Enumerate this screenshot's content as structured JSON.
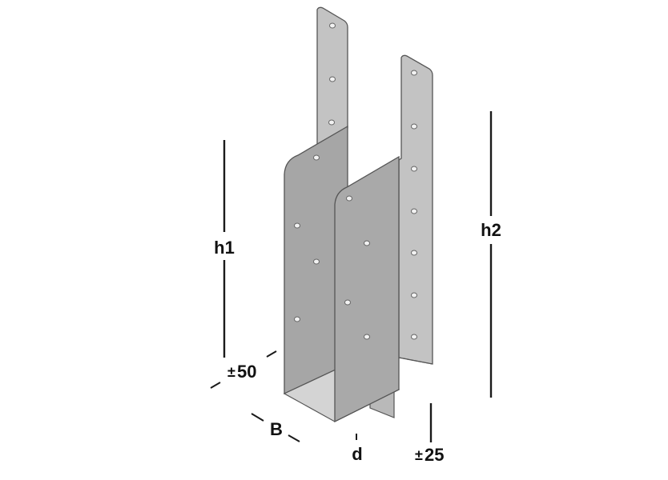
{
  "diagram": {
    "subject": "U-shaped steel post base with two upright mounting straps",
    "colors": {
      "background": "#ffffff",
      "plate_front": "#a9a9a9",
      "plate_side": "#9f9f9f",
      "strap_face": "#c3c3c3",
      "floor": "#d4d4d4",
      "outline": "#555555",
      "dimension_line": "#1a1a1a",
      "hole": "#f2f2f2"
    },
    "dimensions": {
      "h1": {
        "label": "h1"
      },
      "h2": {
        "label": "h2"
      },
      "offset_50": {
        "label": "±50",
        "sign": "±",
        "value": "50"
      },
      "B": {
        "label": "B"
      },
      "d": {
        "label": "d"
      },
      "offset_25": {
        "label": "±25",
        "sign": "±",
        "value": "25"
      }
    }
  }
}
